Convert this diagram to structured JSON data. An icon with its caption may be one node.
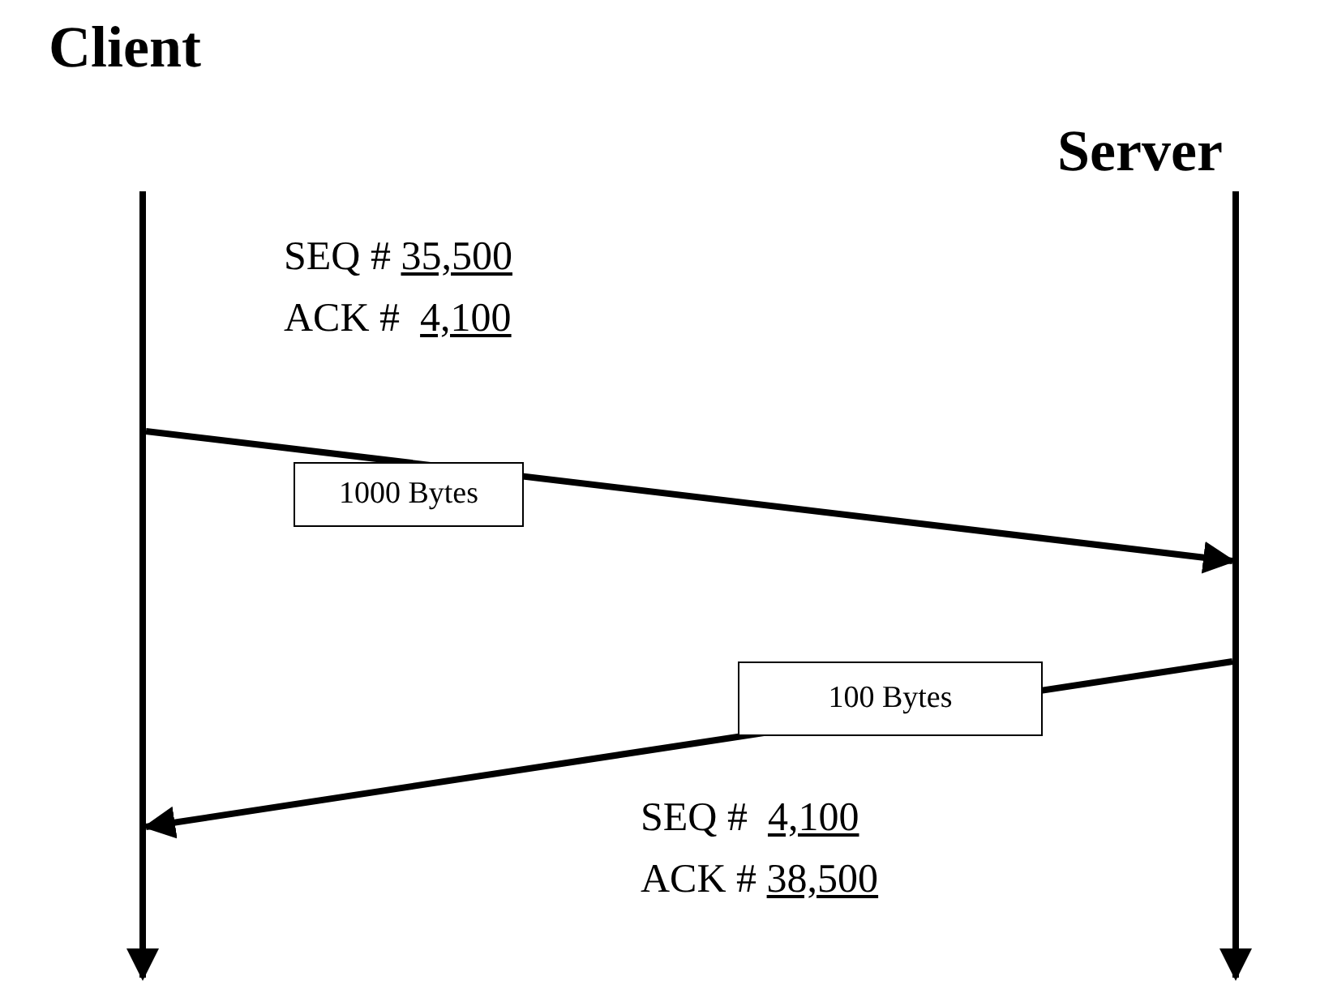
{
  "diagram": {
    "nodes": [
      {
        "text": [
          "Client"
        ]
      },
      {
        "text": [
          "Server"
        ]
      },
      {
        "text": [],
        "shape": "bar"
      },
      {
        "text": [],
        "shape": "bar"
      }
    ],
    "edges": [
      {
        "from": 2,
        "to": null,
        "arrow": "to"
      },
      {
        "from": 3,
        "to": null,
        "arrow": "to"
      },
      {
        "from": 2,
        "to": 3,
        "arrow": "to",
        "label": "1000 Bytes"
      },
      {
        "from": 3,
        "to": 2,
        "arrow": "to",
        "label": "100 Bytes"
      }
    ],
    "labels": [
      "SEQ # 35,500",
      "ACK #  4,100",
      "SEQ #  4,100",
      "ACK # 38,500"
    ]
  }
}
